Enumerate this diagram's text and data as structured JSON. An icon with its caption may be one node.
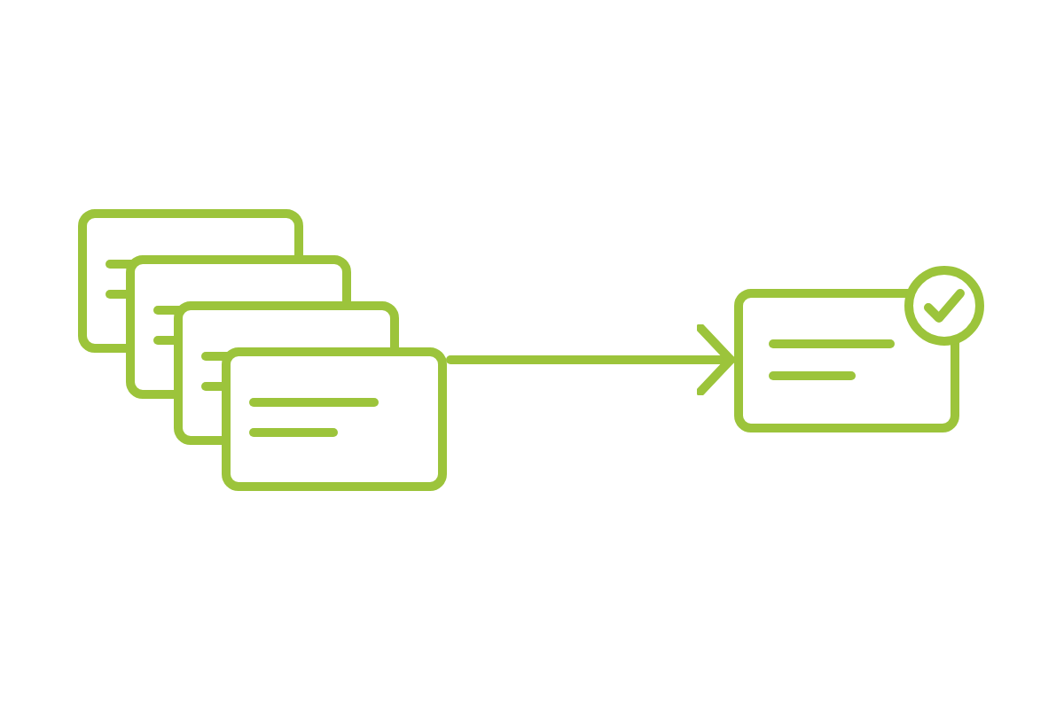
{
  "diagram": {
    "nodes": [
      {
        "text": [],
        "shape": "box"
      },
      {
        "text": [],
        "shape": "box"
      },
      {
        "text": [],
        "shape": "box"
      },
      {
        "text": [],
        "shape": "box"
      },
      {
        "text": [],
        "shape": "box"
      }
    ],
    "edges": [
      {
        "from": 3,
        "to": 4,
        "arrow": "to"
      }
    ]
  }
}
